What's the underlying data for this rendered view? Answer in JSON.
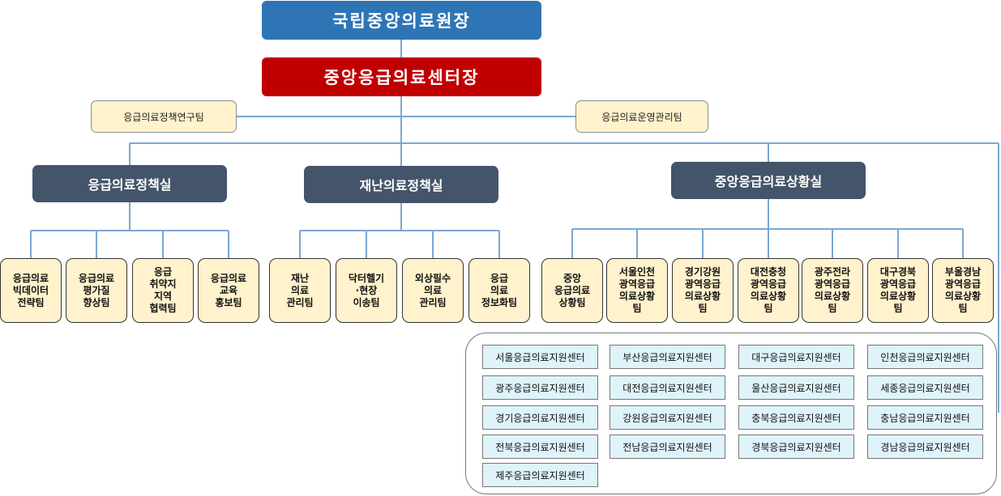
{
  "director": "국립중앙의료원장",
  "center_head": "중앙응급의료센터장",
  "staff_teams": [
    "응급의료정책연구팀",
    "응급의료운영관리팀"
  ],
  "offices": [
    {
      "name": "응급의료정책실",
      "teams": [
        [
          "응급의료",
          "빅데이터",
          "전략팀"
        ],
        [
          "응급의료",
          "평가질",
          "향상팀"
        ],
        [
          "응급",
          "취약지",
          "지역",
          "협력팀"
        ],
        [
          "응급의료",
          "교육",
          "홍보팀"
        ]
      ]
    },
    {
      "name": "재난의료정책실",
      "teams": [
        [
          "재난",
          "의료",
          "관리팀"
        ],
        [
          "닥터헬기",
          "·현장",
          "이송팀"
        ],
        [
          "외상필수",
          "의료",
          "관리팀"
        ],
        [
          "응급",
          "의료",
          "정보화팀"
        ]
      ]
    },
    {
      "name": "중앙응급의료상황실",
      "teams": [
        [
          "중앙",
          "응급의료",
          "상황팀"
        ],
        [
          "서울인천",
          "광역응급",
          "의료상황",
          "팀"
        ],
        [
          "경기강원",
          "광역응급",
          "의료상황",
          "팀"
        ],
        [
          "대전충청",
          "광역응급",
          "의료상황",
          "팀"
        ],
        [
          "광주전라",
          "광역응급",
          "의료상황",
          "팀"
        ],
        [
          "대구경북",
          "광역응급",
          "의료상황",
          "팀"
        ],
        [
          "부울경남",
          "광역응급",
          "의료상황",
          "팀"
        ]
      ]
    }
  ],
  "support_centers": [
    "서울응급의료지원센터",
    "부산응급의료지원센터",
    "대구응급의료지원센터",
    "인천응급의료지원센터",
    "광주응급의료지원센터",
    "대전응급의료지원센터",
    "울산응급의료지원센터",
    "세종응급의료지원센터",
    "경기응급의료지원센터",
    "강원응급의료지원센터",
    "충북응급의료지원센터",
    "충남응급의료지원센터",
    "전북응급의료지원센터",
    "전남응급의료지원센터",
    "경북응급의료지원센터",
    "경남응급의료지원센터",
    "제주응급의료지원센터"
  ],
  "colors": {
    "director": "#2e75b6",
    "center_head": "#c00000",
    "office": "#44546a",
    "team": "#fff2cc",
    "center": "#dff3fb",
    "line": "#7ba7d4"
  }
}
